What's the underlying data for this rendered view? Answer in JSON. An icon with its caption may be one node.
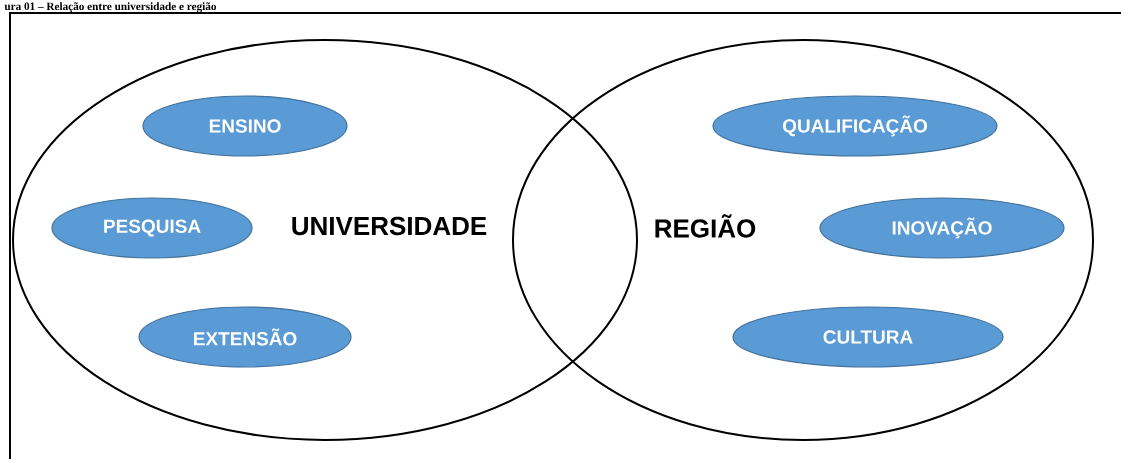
{
  "diagram": {
    "title": "ura 01 – Relação entre universidade e região",
    "nodes": [
      {
        "text": [
          "UNIVERSIDADE"
        ]
      },
      {
        "text": [
          "REGIÃO"
        ]
      },
      {
        "text": [
          "ENSINO"
        ],
        "in": 0
      },
      {
        "text": [
          "PESQUISA"
        ],
        "in": 0
      },
      {
        "text": [
          "EXTENSÃO"
        ],
        "in": 0
      },
      {
        "text": [
          "QUALIFICAÇÃO"
        ],
        "in": 1
      },
      {
        "text": [
          "INOVAÇÃO"
        ],
        "in": 1
      },
      {
        "text": [
          "CULTURA"
        ],
        "in": 1
      }
    ]
  }
}
